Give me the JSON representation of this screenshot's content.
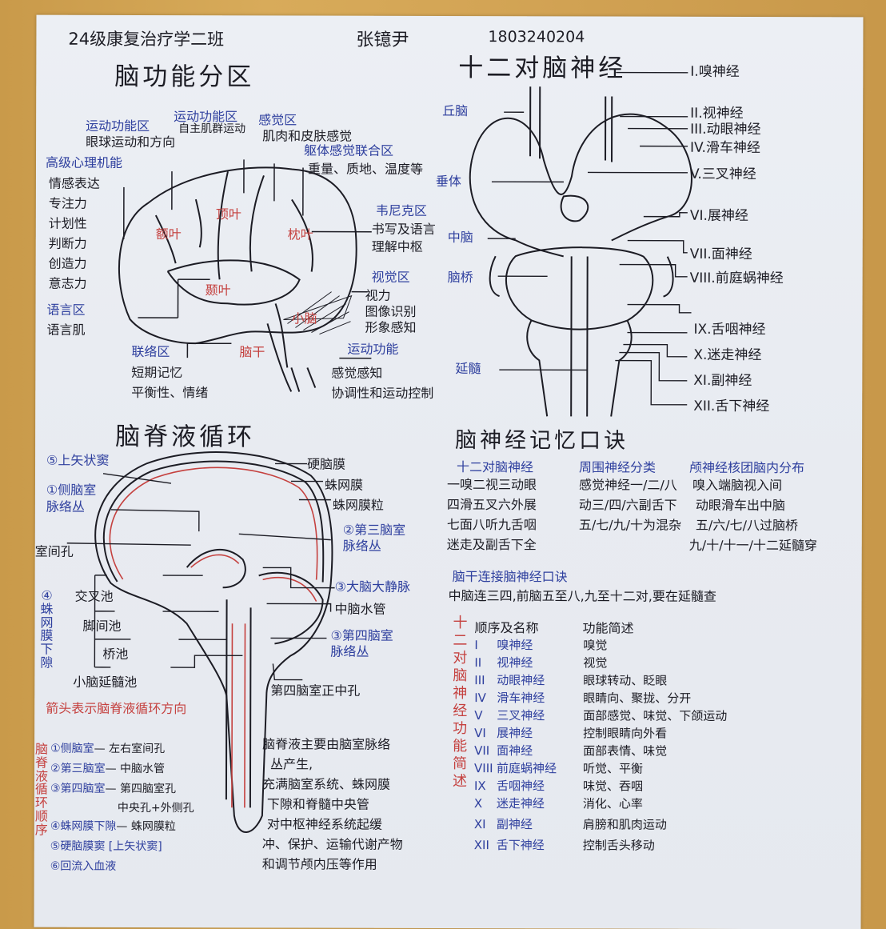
{
  "header": {
    "class_label": "24级康复治疗学二班",
    "student_name": "张镱尹",
    "student_id": "1803240204"
  },
  "brain_functional_areas": {
    "title": "脑功能分区",
    "lobes": [
      "额叶",
      "顶叶",
      "枕叶",
      "颞叶",
      "小脑",
      "脑干"
    ],
    "labels": {
      "motor_area_1": {
        "title": "运动功能区",
        "desc": "眼球运动和方向"
      },
      "motor_area_2": {
        "title": "运动功能区",
        "desc": "自主肌群运动"
      },
      "sensory_area": {
        "title": "感觉区",
        "desc": "肌肉和皮肤感觉"
      },
      "somatosensory_assoc": {
        "title": "躯体感觉联合区",
        "desc": "重量、质地、温度等"
      },
      "higher_mental": {
        "title": "高级心理机能",
        "desc": [
          "情感表达",
          "专注力",
          "计划性",
          "判断力",
          "创造力",
          "意志力"
        ]
      },
      "wernicke": {
        "title": "韦尼克区",
        "desc": [
          "书写及语言",
          "理解中枢"
        ]
      },
      "visual": {
        "title": "视觉区",
        "desc": [
          "视力",
          "图像识别",
          "形象感知"
        ]
      },
      "language": {
        "title": "语言区",
        "desc": "语言肌"
      },
      "association": {
        "title": "联络区",
        "desc": [
          "短期记忆",
          "平衡性、情绪"
        ]
      },
      "cerebellum_motor": {
        "title": "运动功能",
        "desc": [
          "感觉感知",
          "协调性和运动控制"
        ]
      }
    }
  },
  "cranial_nerves": {
    "title": "十二对脑神经",
    "left_labels": [
      "丘脑",
      "垂体",
      "中脑",
      "脑桥",
      "延髓"
    ],
    "nerves": [
      "I.嗅神经",
      "II.视神经",
      "III.动眼神经",
      "IV.滑车神经",
      "V.三叉神经",
      "VI.展神经",
      "VII.面神经",
      "VIII.前庭蜗神经",
      "IX.舌咽神经",
      "X.迷走神经",
      "XI.副神经",
      "XII.舌下神经"
    ]
  },
  "csf_circulation": {
    "title": "脑脊液循环",
    "labels_left": {
      "sagittal_sinus": "⑤上矢状窦",
      "lateral_plexus": [
        "①侧脑室",
        "脉络丛"
      ],
      "interventricular_foramen": "室间孔",
      "subarachnoid_title": "④蛛网膜下隙",
      "cisterns": [
        "交叉池",
        "脚间池",
        "桥池",
        "小脑延髓池"
      ]
    },
    "labels_right": {
      "dura": "硬脑膜",
      "arachnoid": "蛛网膜",
      "granulations": "蛛网膜粒",
      "third_plexus": [
        "②第三脑室",
        "脉络丛"
      ],
      "great_vein": "③大脑大静脉",
      "aqueduct": "中脑水管",
      "fourth_plexus": [
        "③第四脑室",
        "脉络丛"
      ],
      "median_aperture": "第四脑室正中孔"
    },
    "arrow_note": "箭头表示脑脊液循环方向",
    "sequence_vertical_label": "脑脊液循环顺序",
    "sequence": [
      {
        "step": "①侧脑室",
        "via": "— 左右室间孔"
      },
      {
        "step": "②第三脑室",
        "via": "— 中脑水管"
      },
      {
        "step": "③第四脑室",
        "via": "— 第四脑室孔"
      },
      {
        "step": "",
        "via": "中央孔+外侧孔"
      },
      {
        "step": "④蛛网膜下隙",
        "via": "— 蛛网膜粒"
      },
      {
        "step": "⑤硬脑膜窦 [上矢状窦]",
        "via": ""
      },
      {
        "step": "⑥回流入血液",
        "via": ""
      }
    ],
    "summary": [
      "脑脊液主要由脑室脉络",
      "丛产生,",
      "充满脑室系统、蛛网膜",
      "下隙和脊髓中央管",
      "对中枢神经系统起缓",
      "冲、保护、运输代谢产物",
      "和调节颅内压等作用"
    ]
  },
  "mnemonics": {
    "title": "脑神经记忆口诀",
    "columns": [
      {
        "heading": "十二对脑神经",
        "lines": [
          "一嗅二视三动眼",
          "四滑五叉六外展",
          "七面八听九舌咽",
          "迷走及副舌下全"
        ]
      },
      {
        "heading": "周围神经分类",
        "lines": [
          "感觉神经一/二/八",
          "动三/四/六副舌下",
          "五/七/九/十为混杂"
        ]
      },
      {
        "heading": "颅神经核团脑内分布",
        "lines": [
          "嗅入端脑视入间",
          "动眼滑车出中脑",
          "五/六/七/八过脑桥",
          "九/十/十一/十二延髓穿"
        ]
      }
    ],
    "brainstem_heading": "脑干连接脑神经口诀",
    "brainstem_line": "中脑连三四,前脑五至八,九至十二对,要在延髓查"
  },
  "function_table": {
    "vertical_label": "十二对脑神经功能简述",
    "header": {
      "name": "顺序及名称",
      "func": "功能简述"
    },
    "rows": [
      {
        "num": "I",
        "name": "嗅神经",
        "func": "嗅觉"
      },
      {
        "num": "II",
        "name": "视神经",
        "func": "视觉"
      },
      {
        "num": "III",
        "name": "动眼神经",
        "func": "眼球转动、眨眼"
      },
      {
        "num": "IV",
        "name": "滑车神经",
        "func": "眼睛向、聚拢、分开"
      },
      {
        "num": "V",
        "name": "三叉神经",
        "func": "面部感觉、味觉、下颌运动"
      },
      {
        "num": "VI",
        "name": "展神经",
        "func": "控制眼睛向外看"
      },
      {
        "num": "VII",
        "name": "面神经",
        "func": "面部表情、味觉"
      },
      {
        "num": "VIII",
        "name": "前庭蜗神经",
        "func": "听觉、平衡"
      },
      {
        "num": "IX",
        "name": "舌咽神经",
        "func": "味觉、吞咽"
      },
      {
        "num": "X",
        "name": "迷走神经",
        "func": "消化、心率"
      },
      {
        "num": "XI",
        "name": "副神经",
        "func": "肩膀和肌肉运动"
      },
      {
        "num": "XII",
        "name": "舌下神经",
        "func": "控制舌头移动"
      }
    ]
  },
  "colors": {
    "paper": "#e9ecf1",
    "desk": "#d2a354",
    "ink_black": "#1c1c24",
    "ink_blue": "#2e3f9e",
    "ink_red": "#c5413f"
  }
}
